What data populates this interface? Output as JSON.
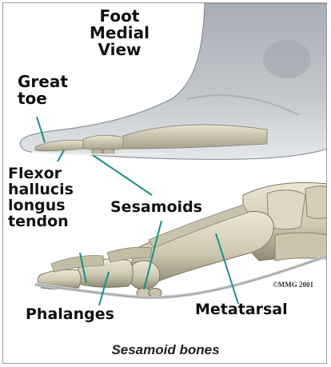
{
  "labels": {
    "foot_view": [
      "Foot",
      "Medial",
      "View"
    ],
    "great_toe": [
      "Great",
      "toe"
    ],
    "flexor": [
      "Flexor",
      "hallucis",
      "longus",
      "tendon"
    ],
    "sesamoids": "Sesamoids",
    "phalanges": "Phalanges",
    "metatarsal": "Metatarsal"
  },
  "copyright": "©MMG 2001",
  "caption": "Sesamoid bones",
  "colors": {
    "skin": "#b9bec4",
    "bone": "#d8d2bf",
    "bone_shadow": "#8e8874",
    "tendon": "#c8ccd0",
    "leader_line": "#1a8f86"
  }
}
